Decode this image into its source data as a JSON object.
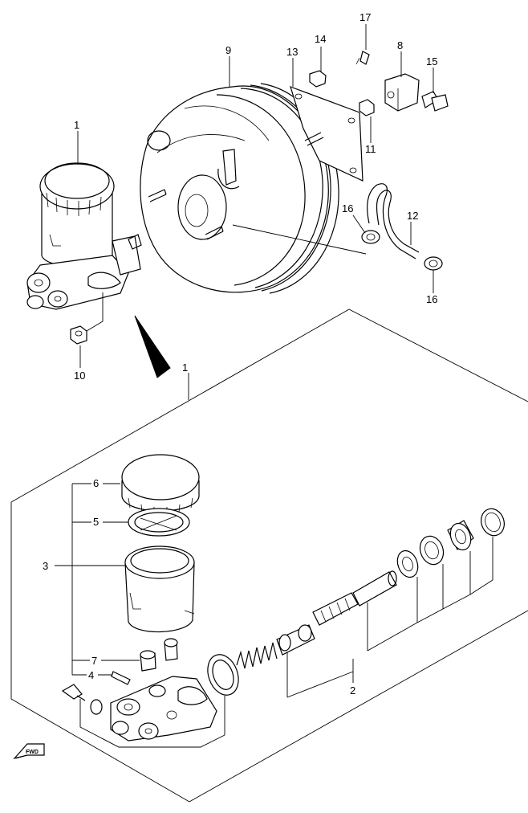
{
  "callouts": {
    "n1_top": "1",
    "n9": "9",
    "n13": "13",
    "n14": "14",
    "n17": "17",
    "n8": "8",
    "n15": "15",
    "n11": "11",
    "n16_a": "16",
    "n12": "12",
    "n16_b": "16",
    "n10": "10",
    "n1_box": "1",
    "n6": "6",
    "n5": "5",
    "n3": "3",
    "n7": "7",
    "n4": "4",
    "n2": "2"
  },
  "fwd_label": "FWD"
}
